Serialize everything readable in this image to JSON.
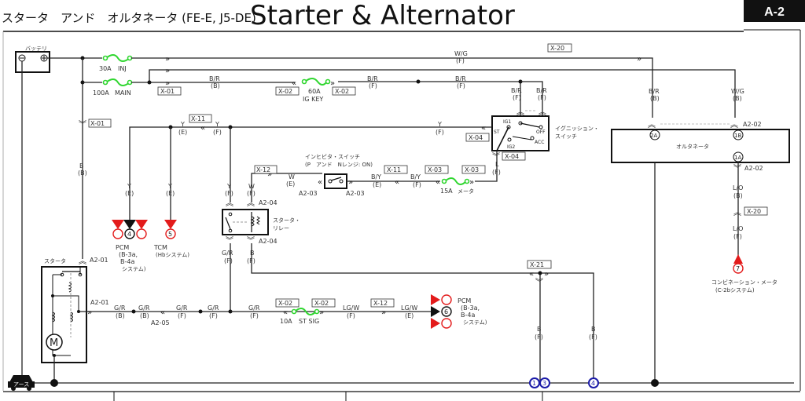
{
  "header": {
    "subtitle": "スタータ　アンド　オルタネータ (FE-E, J5-DE)",
    "title": "Starter & Alternator",
    "page_code": "A-2"
  },
  "components": {
    "battery": "バッテリ",
    "starter": "スタータ",
    "starter_relay": [
      "スタータ・",
      "リレー"
    ],
    "ignition_switch": [
      "イグニッション・",
      "スイッチ"
    ],
    "inhibitor_switch": [
      "インヒビタ・スイッチ",
      "(P　アンド　Nレンジ: ON)"
    ],
    "alternator": "オルタネータ",
    "ground": "アース",
    "motor": "M"
  },
  "ignition_positions": [
    "IG1",
    "ST",
    "OFF",
    "ACC",
    "IG2"
  ],
  "fuses": [
    {
      "rating": "30A",
      "name": "INJ"
    },
    {
      "rating": "100A",
      "name": "MAIN"
    },
    {
      "rating": "60A",
      "name": "IG KEY"
    },
    {
      "rating": "15A",
      "name": "メータ"
    },
    {
      "rating": "10A",
      "name": "ST SIG"
    }
  ],
  "connectors": {
    "x01": "X-01",
    "x02": "X-02",
    "x03": "X-03",
    "x04": "X-04",
    "x11": "X-11",
    "x12": "X-12",
    "x20": "X-20",
    "x21": "X-21",
    "a201": "A2-01",
    "a202": "A2-02",
    "a203": "A2-03",
    "a204": "A2-04",
    "a205": "A2-05"
  },
  "wires": {
    "wg": "W/G",
    "br": "B/R",
    "y": "Y",
    "w": "W",
    "by": "B/Y",
    "l": "L",
    "gr": "G/R",
    "b": "B",
    "lgw": "LG/W",
    "lo": "L/O",
    "f": "(F)",
    "e": "(E)",
    "bb": "(B)"
  },
  "alternator_pins": [
    "2A",
    "1B",
    "1A"
  ],
  "destinations": [
    {
      "num": "4",
      "name": "PCM",
      "ref": [
        "(B-3a,",
        "B-4a",
        "システム)"
      ]
    },
    {
      "num": "5",
      "name": "TCM",
      "ref": [
        "(Hbシステム)"
      ]
    },
    {
      "num": "6",
      "name": "PCM",
      "ref": [
        "(B-3a,",
        "B-4a",
        "システム)"
      ]
    },
    {
      "num": "7",
      "name": "コンビネーション・メータ",
      "ref": [
        "(C-2bシステム)"
      ]
    }
  ],
  "grounds": [
    "1",
    "3",
    "4"
  ],
  "colors": {
    "fuse": "#2fd62f",
    "destination": "#e31b1b",
    "ground": "#1a1aa8"
  }
}
